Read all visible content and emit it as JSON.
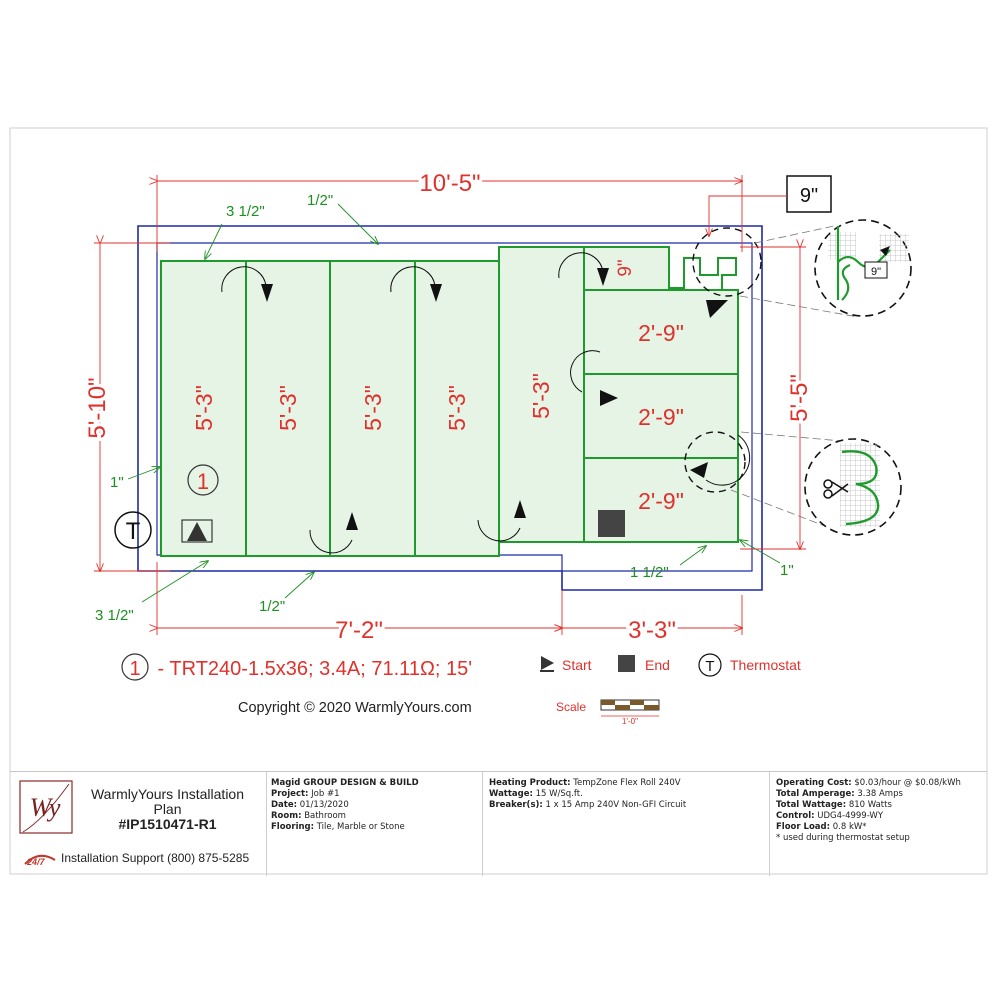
{
  "plan": {
    "overall_width": "10'-5\"",
    "overall_height_left": "5'-10\"",
    "overall_height_right": "5'-5\"",
    "bottom_left_dim": "7'-2\"",
    "bottom_right_dim": "3'-3\"",
    "offset_3_5_top": "3 1/2\"",
    "offset_half_top": "1/2\"",
    "offset_1_left": "1\"",
    "offset_3_5_bottom": "3 1/2\"",
    "offset_half_bottom": "1/2\"",
    "offset_1_5_bottom": "1 1/2\"",
    "offset_1_right": "1\"",
    "top_right_box": "9\"",
    "detail_box": "9\"",
    "small_run_label": "9\"",
    "run_labels": [
      "5'-3\"",
      "5'-3\"",
      "5'-3\"",
      "5'-3\"",
      "5'-3\""
    ],
    "row_labels": [
      "2'-9\"",
      "2'-9\"",
      "2'-9\""
    ],
    "circuit_number": "1",
    "thermostat_symbol": "T"
  },
  "legend": {
    "circuit_number": "1",
    "circuit_text": " - TRT240-1.5x36; 3.4A; 71.11Ω; 15'",
    "start_label": "Start",
    "end_label": "End",
    "thermostat_symbol": "T",
    "thermostat_label": "Thermostat",
    "scale_label": "Scale",
    "scale_value": "1'-0\""
  },
  "copyright": "Copyright © 2020 WarmlyYours.com",
  "title_block": {
    "logo_text": "Wy",
    "title_line1": "WarmlyYours Installation",
    "title_line2": "Plan",
    "plan_number": "#IP1510471-R1",
    "support_badge": "24/7",
    "support_text": "Installation Support (800) 875-5285",
    "company": "Magid GROUP DESIGN & BUILD",
    "project_label": "Project:",
    "project_value": "Job #1",
    "date_label": "Date:",
    "date_value": "01/13/2020",
    "room_label": "Room:",
    "room_value": "Bathroom",
    "flooring_label": "Flooring:",
    "flooring_value": "Tile, Marble or Stone",
    "heating_label": "Heating Product:",
    "heating_value": "TempZone Flex Roll 240V",
    "wattage_label": "Wattage:",
    "wattage_value": "15 W/Sq.ft.",
    "breaker_label": "Breaker(s):",
    "breaker_value": "1 x 15 Amp 240V Non-GFI Circuit",
    "opcost_label": "Operating Cost:",
    "opcost_value": "$0.03/hour @ $0.08/kWh",
    "amperage_label": "Total Amperage:",
    "amperage_value": "3.38 Amps",
    "total_watt_label": "Total Wattage:",
    "total_watt_value": "810 Watts",
    "control_label": "Control:",
    "control_value": "UDG4-4999-WY",
    "floorload_label": "Floor Load:",
    "floorload_value": "0.8 kW*",
    "footnote": "* used during thermostat setup"
  },
  "colors": {
    "dimension_red": "#e0312c",
    "wall_blue": "#1f2aa8",
    "mat_green": "#1f9b2e",
    "mat_fill": "#e6f4e6",
    "offset_green": "#1f8f22"
  }
}
